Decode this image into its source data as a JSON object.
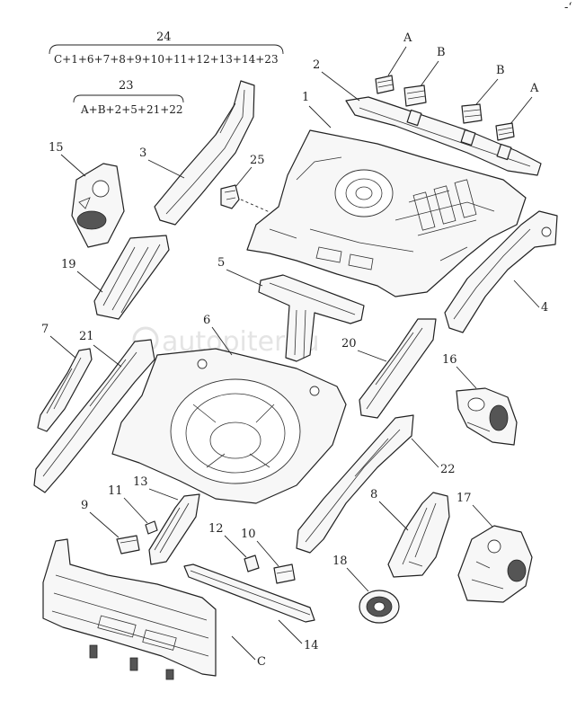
{
  "corner_mark": "-‘",
  "watermark": "autopiter.ru",
  "assembly_24": {
    "number": "24",
    "formula": "C+1+6+7+8+9+10+11+12+13+14+23"
  },
  "assembly_23": {
    "number": "23",
    "formula": "A+B+2+5+21+22"
  },
  "labels": {
    "A1": "A",
    "B1": "B",
    "B2": "B",
    "A2": "A",
    "p1": "1",
    "p2": "2",
    "p3": "3",
    "p4": "4",
    "p5": "5",
    "p6": "6",
    "p7": "7",
    "p8": "8",
    "p9": "9",
    "p10": "10",
    "p11": "11",
    "p12": "12",
    "p13": "13",
    "p14": "14",
    "p15": "15",
    "p16": "16",
    "p17": "17",
    "p18": "18",
    "p19": "19",
    "p20": "20",
    "p21": "21",
    "p22": "22",
    "p25": "25",
    "C": "C"
  }
}
